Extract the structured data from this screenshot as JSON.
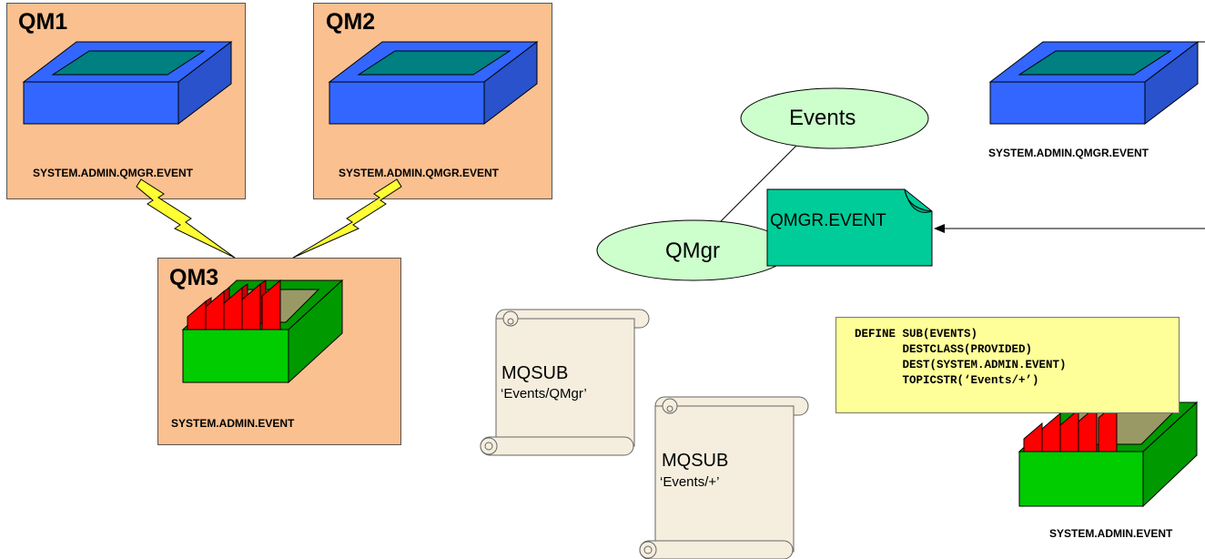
{
  "queue_managers": [
    {
      "title": "QM1",
      "queue": "SYSTEM.ADMIN.QMGR.EVENT"
    },
    {
      "title": "QM2",
      "queue": "SYSTEM.ADMIN.QMGR.EVENT"
    },
    {
      "title": "QM3",
      "queue": "SYSTEM.ADMIN.EVENT"
    }
  ],
  "topic": {
    "events_label": "Events",
    "qmgr_label": "QMgr",
    "publication_label": "QMGR.EVENT"
  },
  "right_queue_top": {
    "queue": "SYSTEM.ADMIN.QMGR.EVENT"
  },
  "right_queue_bottom": {
    "queue": "SYSTEM.ADMIN.EVENT"
  },
  "subscriptions": [
    {
      "api": "MQSUB",
      "topic": "‘Events/QMgr’"
    },
    {
      "api": "MQSUB",
      "topic": "‘Events/+’"
    }
  ],
  "define_sub": {
    "lines": [
      "DEFINE SUB(EVENTS)",
      "       DESTCLASS(PROVIDED)",
      "       DEST(SYSTEM.ADMIN.EVENT)",
      "       TOPICSTR(‘Events/+’)"
    ]
  },
  "colors": {
    "qm_box": "#FAC090",
    "queue_blue": "#3366FF",
    "queue_teal": "#008080",
    "queue_green": "#00CC00",
    "message_red": "#FF0000",
    "lightning": "#FFFF33",
    "ellipse": "#CCFFCC",
    "publication": "#00CC99",
    "scroll": "#F5EEDE",
    "define_box": "#FFFF99"
  }
}
